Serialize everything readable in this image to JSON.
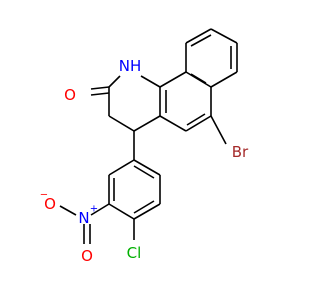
{
  "molecule": {
    "atoms": {
      "O_carbonyl": "O",
      "NH": "NH",
      "Br": "Br",
      "O_minus": "O",
      "O_minus_charge": "−",
      "N_plus": "N",
      "N_plus_charge": "+",
      "Cl": "Cl"
    },
    "colors": {
      "bond": "#000000",
      "oxygen": "#ff0000",
      "nitrogen": "#0000ff",
      "bromine": "#a52a2a",
      "chlorine": "#00b000"
    }
  }
}
